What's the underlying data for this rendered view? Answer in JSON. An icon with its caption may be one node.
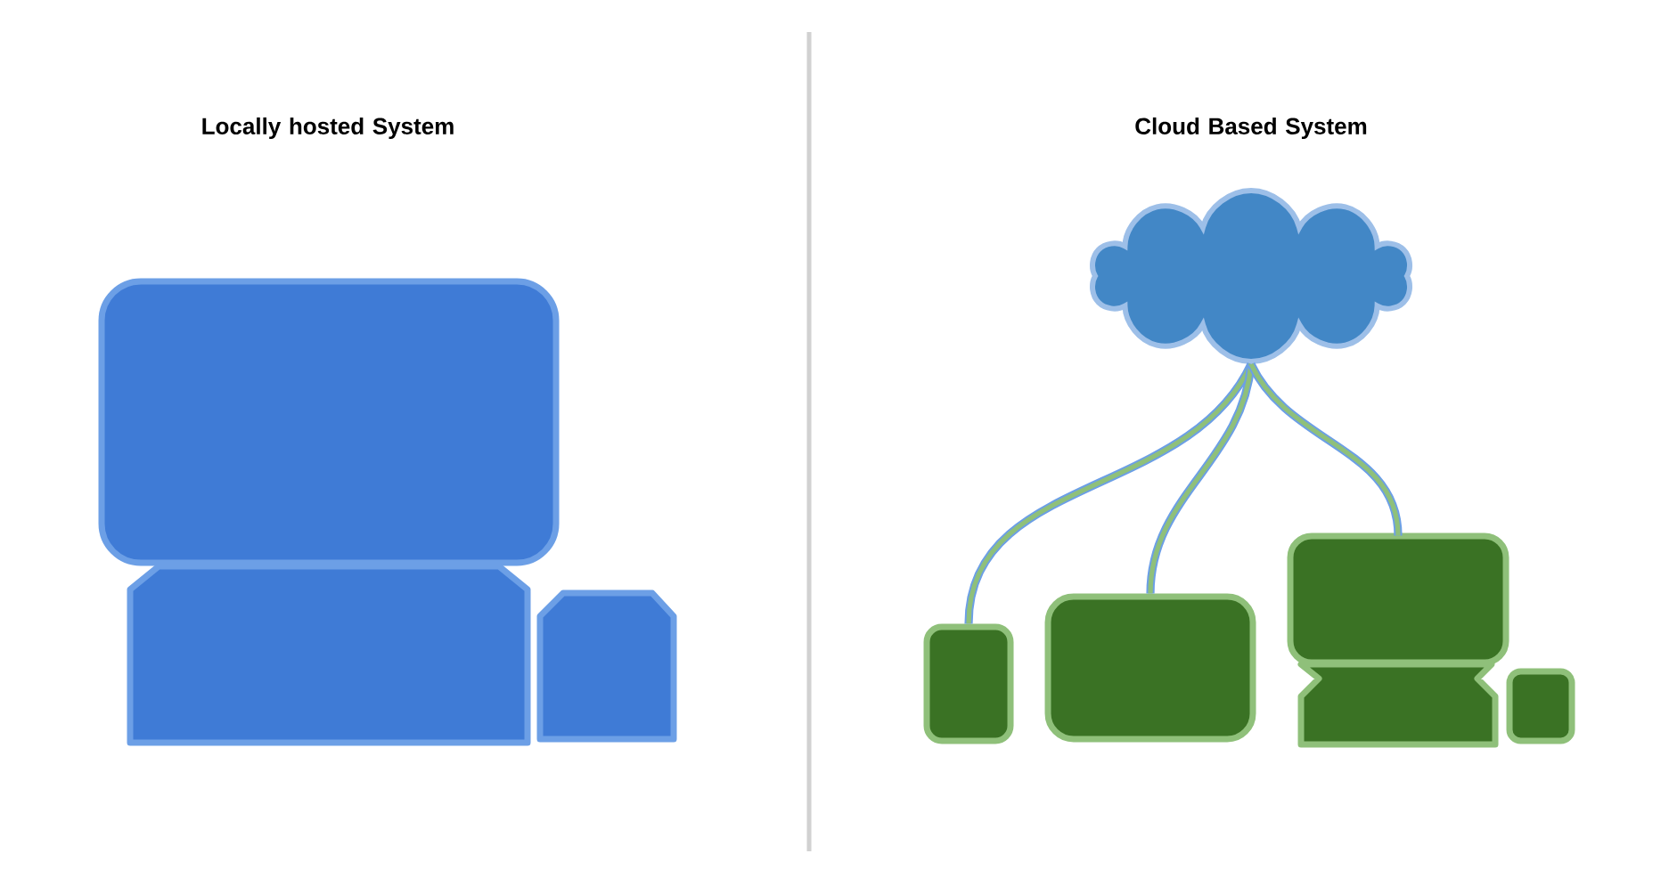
{
  "diagram": {
    "nodes": [
      {
        "text": [],
        "shape": "cloud"
      },
      {
        "text": [],
        "shape": "box"
      },
      {
        "text": [],
        "shape": "box"
      },
      {
        "text": [],
        "shape": "monitor"
      },
      {
        "text": [],
        "shape": "box"
      }
    ],
    "edges": [
      {
        "from": 0,
        "to": 1,
        "arrow": "none"
      },
      {
        "from": 0,
        "to": 2,
        "arrow": "none"
      },
      {
        "from": 0,
        "to": 3,
        "arrow": "none"
      }
    ],
    "labels": [
      "Locally hosted System",
      "Cloud Based System"
    ]
  }
}
